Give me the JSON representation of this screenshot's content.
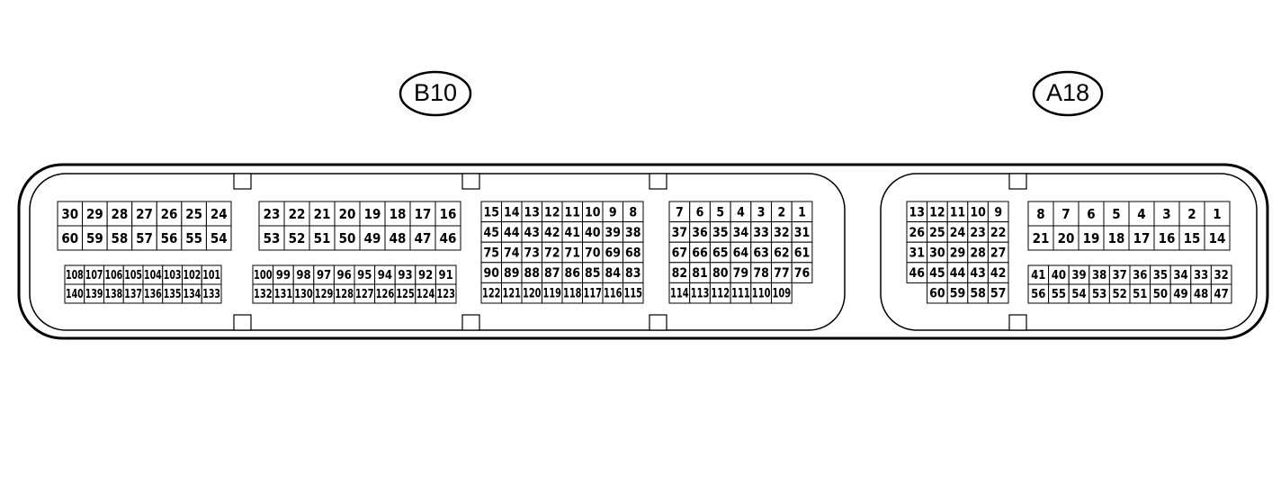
{
  "connectors": [
    {
      "label": "B10",
      "blocks": [
        {
          "id": "b10-upper-left",
          "rows": [
            [
              "30",
              "29",
              "28",
              "27",
              "26",
              "25",
              "24"
            ],
            [
              "60",
              "59",
              "58",
              "57",
              "56",
              "55",
              "54"
            ]
          ]
        },
        {
          "id": "b10-upper-mid",
          "rows": [
            [
              "23",
              "22",
              "21",
              "20",
              "19",
              "18",
              "17",
              "16"
            ],
            [
              "53",
              "52",
              "51",
              "50",
              "49",
              "48",
              "47",
              "46"
            ]
          ]
        },
        {
          "id": "b10-lower-left",
          "rows": [
            [
              "108",
              "107",
              "106",
              "105",
              "104",
              "103",
              "102",
              "101"
            ],
            [
              "140",
              "139",
              "138",
              "137",
              "136",
              "135",
              "134",
              "133"
            ]
          ]
        },
        {
          "id": "b10-lower-mid",
          "rows": [
            [
              "100",
              "99",
              "98",
              "97",
              "96",
              "95",
              "94",
              "93",
              "92",
              "91"
            ],
            [
              "132",
              "131",
              "130",
              "129",
              "128",
              "127",
              "126",
              "125",
              "124",
              "123"
            ]
          ]
        },
        {
          "id": "b10-center",
          "rows": [
            [
              "15",
              "14",
              "13",
              "12",
              "11",
              "10",
              "9",
              "8"
            ],
            [
              "45",
              "44",
              "43",
              "42",
              "41",
              "40",
              "39",
              "38"
            ],
            [
              "75",
              "74",
              "73",
              "72",
              "71",
              "70",
              "69",
              "68"
            ],
            [
              "90",
              "89",
              "88",
              "87",
              "86",
              "85",
              "84",
              "83"
            ],
            [
              "122",
              "121",
              "120",
              "119",
              "118",
              "117",
              "116",
              "115"
            ]
          ]
        },
        {
          "id": "b10-right",
          "rows": [
            [
              "7",
              "6",
              "5",
              "4",
              "3",
              "2",
              "1"
            ],
            [
              "37",
              "36",
              "35",
              "34",
              "33",
              "32",
              "31"
            ],
            [
              "67",
              "66",
              "65",
              "64",
              "63",
              "62",
              "61"
            ],
            [
              "82",
              "81",
              "80",
              "79",
              "78",
              "77",
              "76"
            ],
            [
              "114",
              "113",
              "112",
              "111",
              "110",
              "109",
              ""
            ]
          ]
        }
      ]
    },
    {
      "label": "A18",
      "blocks": [
        {
          "id": "a18-left",
          "rows": [
            [
              "13",
              "12",
              "11",
              "10",
              "9"
            ],
            [
              "26",
              "25",
              "24",
              "23",
              "22"
            ],
            [
              "31",
              "30",
              "29",
              "28",
              "27"
            ],
            [
              "46",
              "45",
              "44",
              "43",
              "42"
            ],
            [
              "",
              "60",
              "59",
              "58",
              "57"
            ]
          ]
        },
        {
          "id": "a18-upper-right",
          "rows": [
            [
              "8",
              "7",
              "6",
              "5",
              "4",
              "3",
              "2",
              "1"
            ],
            [
              "21",
              "20",
              "19",
              "18",
              "17",
              "16",
              "15",
              "14"
            ]
          ]
        },
        {
          "id": "a18-lower-right",
          "rows": [
            [
              "41",
              "40",
              "39",
              "38",
              "37",
              "36",
              "35",
              "34",
              "33",
              "32"
            ],
            [
              "56",
              "55",
              "54",
              "53",
              "52",
              "51",
              "50",
              "49",
              "48",
              "47"
            ]
          ]
        }
      ]
    }
  ]
}
